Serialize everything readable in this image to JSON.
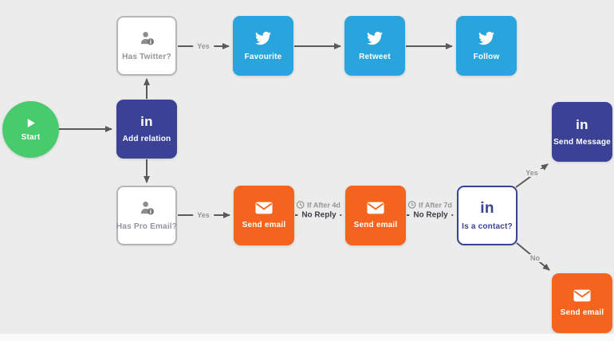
{
  "colors": {
    "background": "#ececec",
    "node_green": "#48cb6d",
    "node_indigo": "#3b4295",
    "node_blue": "#2aa4dc",
    "node_orange": "#f4641f",
    "arrow_gray": "#5a5a5a",
    "muted_text": "#94949a",
    "dark_text": "#3e3e44",
    "white_node_border": "#b6b6b6"
  },
  "nodes": {
    "start": {
      "label": "Start",
      "icon": "play-icon"
    },
    "has_twitter": {
      "label": "Has Twitter?",
      "icon": "contact-info-icon"
    },
    "favourite": {
      "label": "Favourite",
      "icon": "twitter-icon"
    },
    "retweet": {
      "label": "Retweet",
      "icon": "twitter-icon"
    },
    "follow": {
      "label": "Follow",
      "icon": "twitter-icon"
    },
    "add_relation": {
      "label": "Add relation",
      "icon": "linkedin-icon"
    },
    "has_pro_email": {
      "label": "Has Pro Email?",
      "icon": "contact-info-icon"
    },
    "send_email_1": {
      "label": "Send email",
      "icon": "envelope-icon"
    },
    "send_email_2": {
      "label": "Send email",
      "icon": "envelope-icon"
    },
    "is_a_contact": {
      "label": "Is a contact?",
      "icon": "linkedin-icon"
    },
    "send_message": {
      "label": "Send Message",
      "icon": "linkedin-icon"
    },
    "send_email_3": {
      "label": "Send email",
      "icon": "envelope-icon"
    }
  },
  "edge_labels": {
    "twitter_yes": "Yes",
    "email_yes": "Yes",
    "wait_4d": "If After 4d",
    "no_reply_1": "No Reply",
    "wait_7d": "If After 7d",
    "no_reply_2": "No Reply",
    "contact_yes": "Yes",
    "contact_no": "No"
  },
  "linkedin_glyph": "in"
}
